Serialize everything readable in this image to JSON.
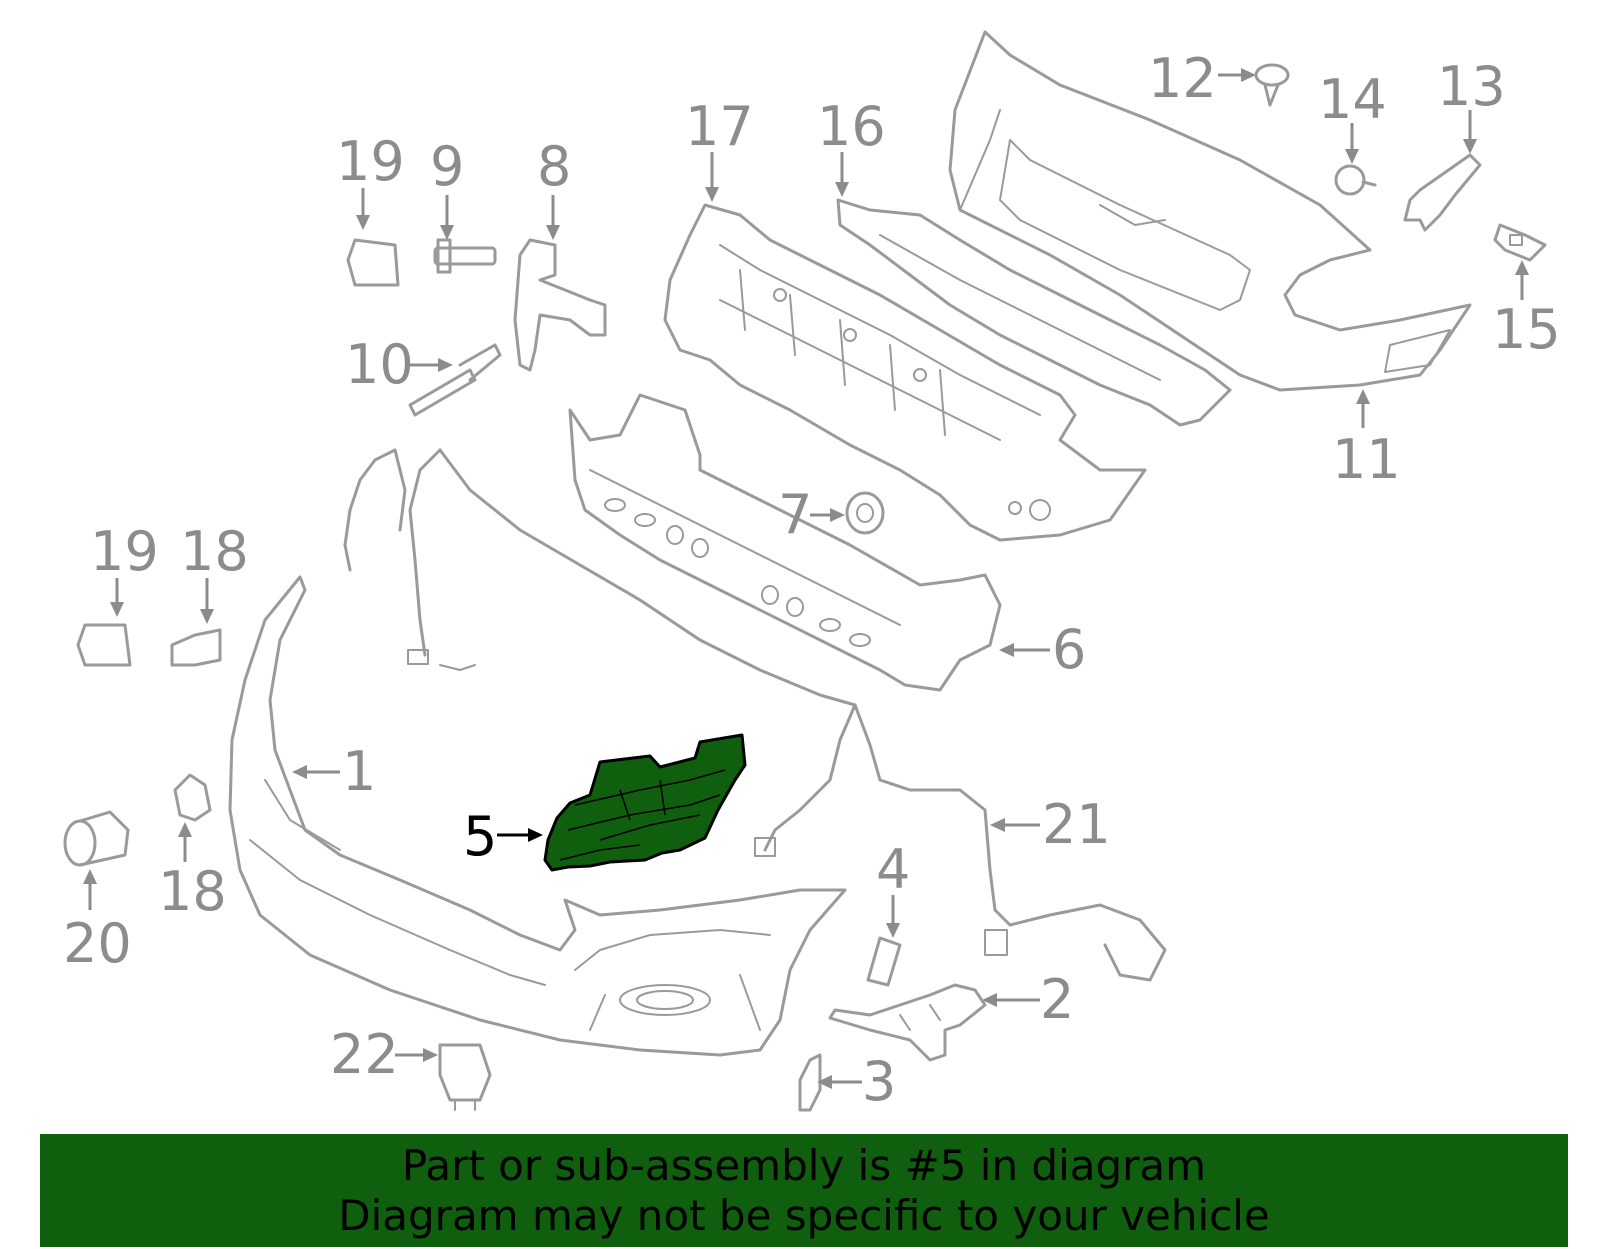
{
  "colors": {
    "highlight": "#0f5f0f",
    "banner": "#0f5f0f",
    "part_stroke": "#9a9a9a",
    "callout": "#8c8c8c",
    "active_callout": "#000000"
  },
  "highlighted_part": "5",
  "callouts": {
    "c1": "1",
    "c2": "2",
    "c3": "3",
    "c4": "4",
    "c5": "5",
    "c6": "6",
    "c7": "7",
    "c8": "8",
    "c9": "9",
    "c10": "10",
    "c11": "11",
    "c12": "12",
    "c13": "13",
    "c14": "14",
    "c15": "15",
    "c16": "16",
    "c17": "17",
    "c18a": "18",
    "c18b": "18",
    "c19a": "19",
    "c19b": "19",
    "c20": "20",
    "c21": "21",
    "c22": "22"
  },
  "banner": {
    "line1": "Part or sub-assembly is #5 in diagram",
    "line2": "Diagram may not be specific to your vehicle"
  }
}
